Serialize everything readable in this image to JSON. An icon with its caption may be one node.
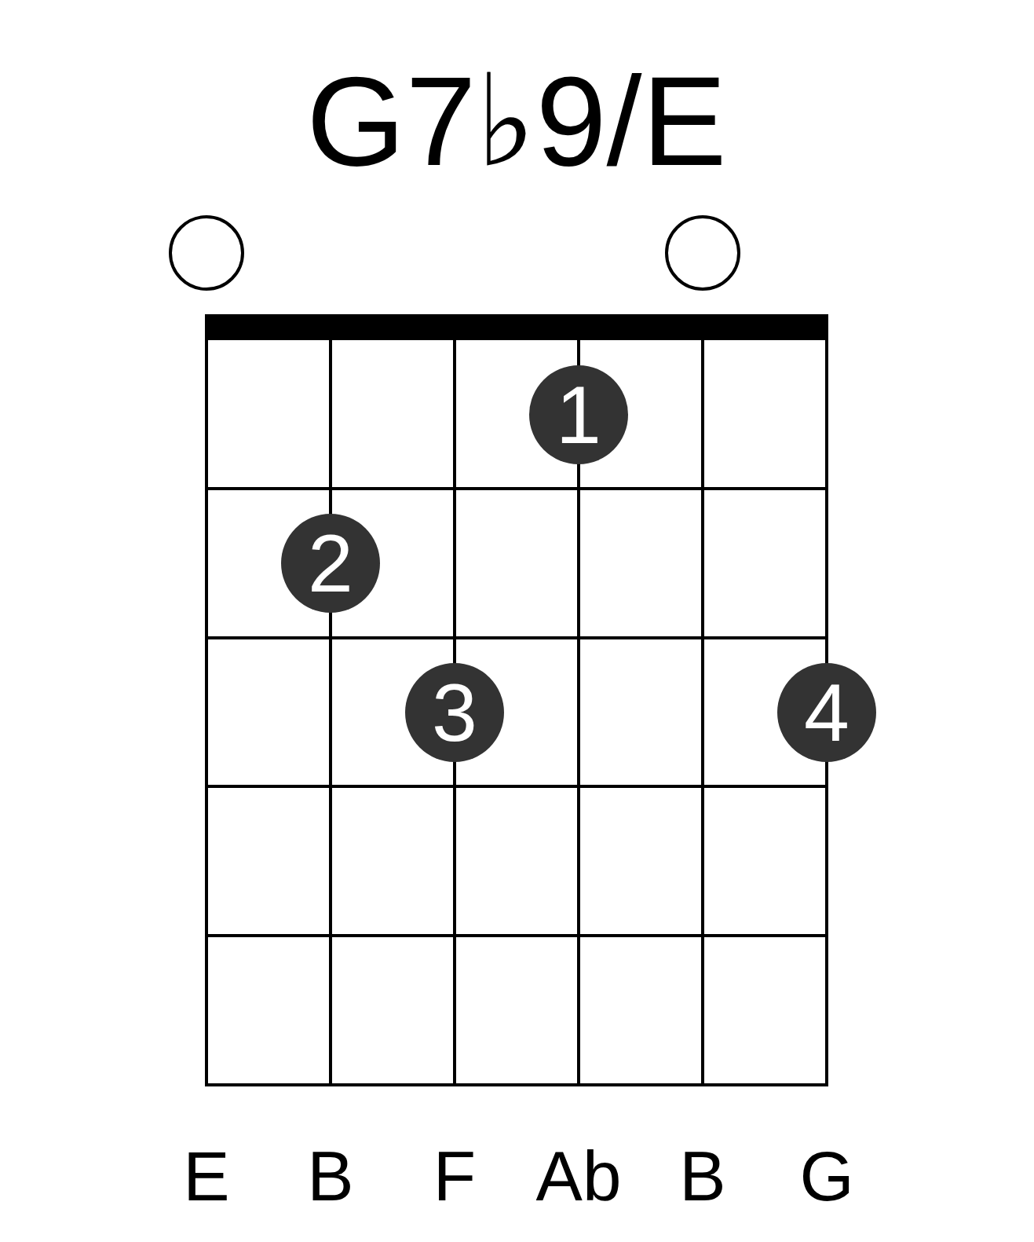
{
  "diagram": {
    "title": "G7♭9/E",
    "nodes": [
      {
        "text": [],
        "shape": "circle"
      },
      {
        "text": [],
        "shape": "circle"
      },
      {
        "text": [
          "1"
        ]
      },
      {
        "text": [
          "2"
        ]
      },
      {
        "text": [
          "3"
        ]
      },
      {
        "text": [
          "4"
        ]
      }
    ],
    "labels": [
      "E",
      "B",
      "F",
      "Ab",
      "B",
      "G"
    ]
  }
}
